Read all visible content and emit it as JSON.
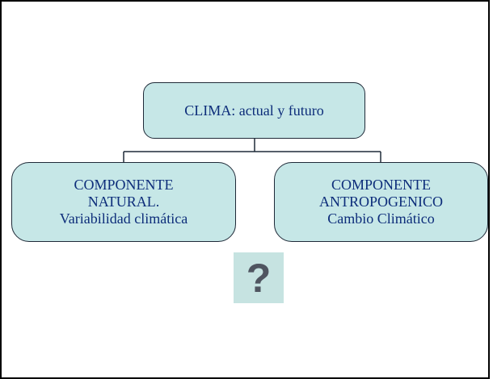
{
  "diagram": {
    "root": {
      "label": "CLIMA: actual y futuro"
    },
    "children": [
      {
        "line1": "COMPONENTE",
        "line2": "NATURAL.",
        "line3": "Variabilidad climática"
      },
      {
        "line1": "COMPONENTE",
        "line2": "ANTROPOGENICO",
        "line3": "Cambio Climático"
      }
    ],
    "question_mark": "?"
  },
  "colors": {
    "node_fill": "#c6e7e7",
    "node_border": "#1f2a38",
    "node_text": "#0d2d7a",
    "connector": "#1f2a38",
    "question_fill": "#c6e3e1",
    "question_text": "#4f5560"
  }
}
